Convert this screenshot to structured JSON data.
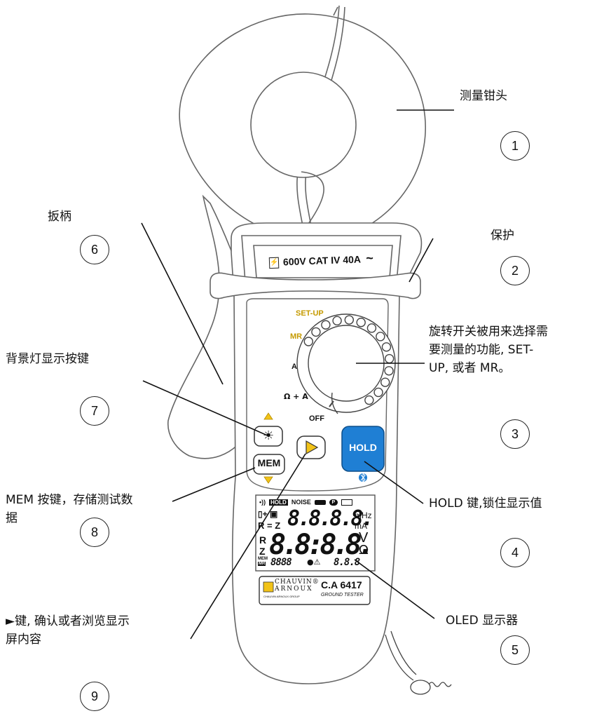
{
  "callouts": [
    {
      "num": "1",
      "label": "测量钳头"
    },
    {
      "num": "2",
      "label": "保护"
    },
    {
      "num": "3",
      "label": "旋转开关被用来选择需\n要测量的功能, SET-\nUP, 或者 MR。"
    },
    {
      "num": "4",
      "label": "HOLD 键,锁住显示值"
    },
    {
      "num": "5",
      "label": "OLED 显示器"
    },
    {
      "num": "6",
      "label": "扳柄"
    },
    {
      "num": "7",
      "label": "背景灯显示按键"
    },
    {
      "num": "8",
      "label": "MEM 按键，存储测试数\n据"
    },
    {
      "num": "9",
      "label": "►键, 确认或者浏览显示\n屏内容"
    }
  ],
  "device": {
    "rating": "600V  CAT IV  40A",
    "rating_symbol": "~",
    "switch_positions": [
      "SET-UP",
      "MR",
      "A",
      "Ω + A",
      "OFF"
    ],
    "buttons": {
      "backlight_symbol": "☀",
      "mem_label": "MEM",
      "enter_symbol": "▶",
      "hold_label": "HOLD"
    },
    "display": {
      "top_icons": [
        "HOLD",
        "NOISE"
      ],
      "row1_digits": "8.8.8.8.",
      "row1_units": [
        "mHz",
        "mA"
      ],
      "row1_prefix": "R = Z",
      "row2_prefix_r": "R",
      "row2_prefix_z": "Z",
      "row2_digits": "8.8:8.8.",
      "row2_unit_v": "V",
      "row2_unit_ohm": "Ω",
      "mem_label": "MEM",
      "mr_label": "MR",
      "mem_digits": "8888",
      "small_digits": "8.8.8"
    },
    "brand": {
      "name1": "CHAUVIN®",
      "name2": "ARNOUX",
      "sub": "CHAUVIN ARNOUX GROUP",
      "model": "C.A 6417",
      "model_sub": "GROUND TESTER"
    }
  },
  "colors": {
    "hold_button": "#1f7fd4",
    "arrow_yellow": "#f2c318",
    "outline": "#555555"
  }
}
